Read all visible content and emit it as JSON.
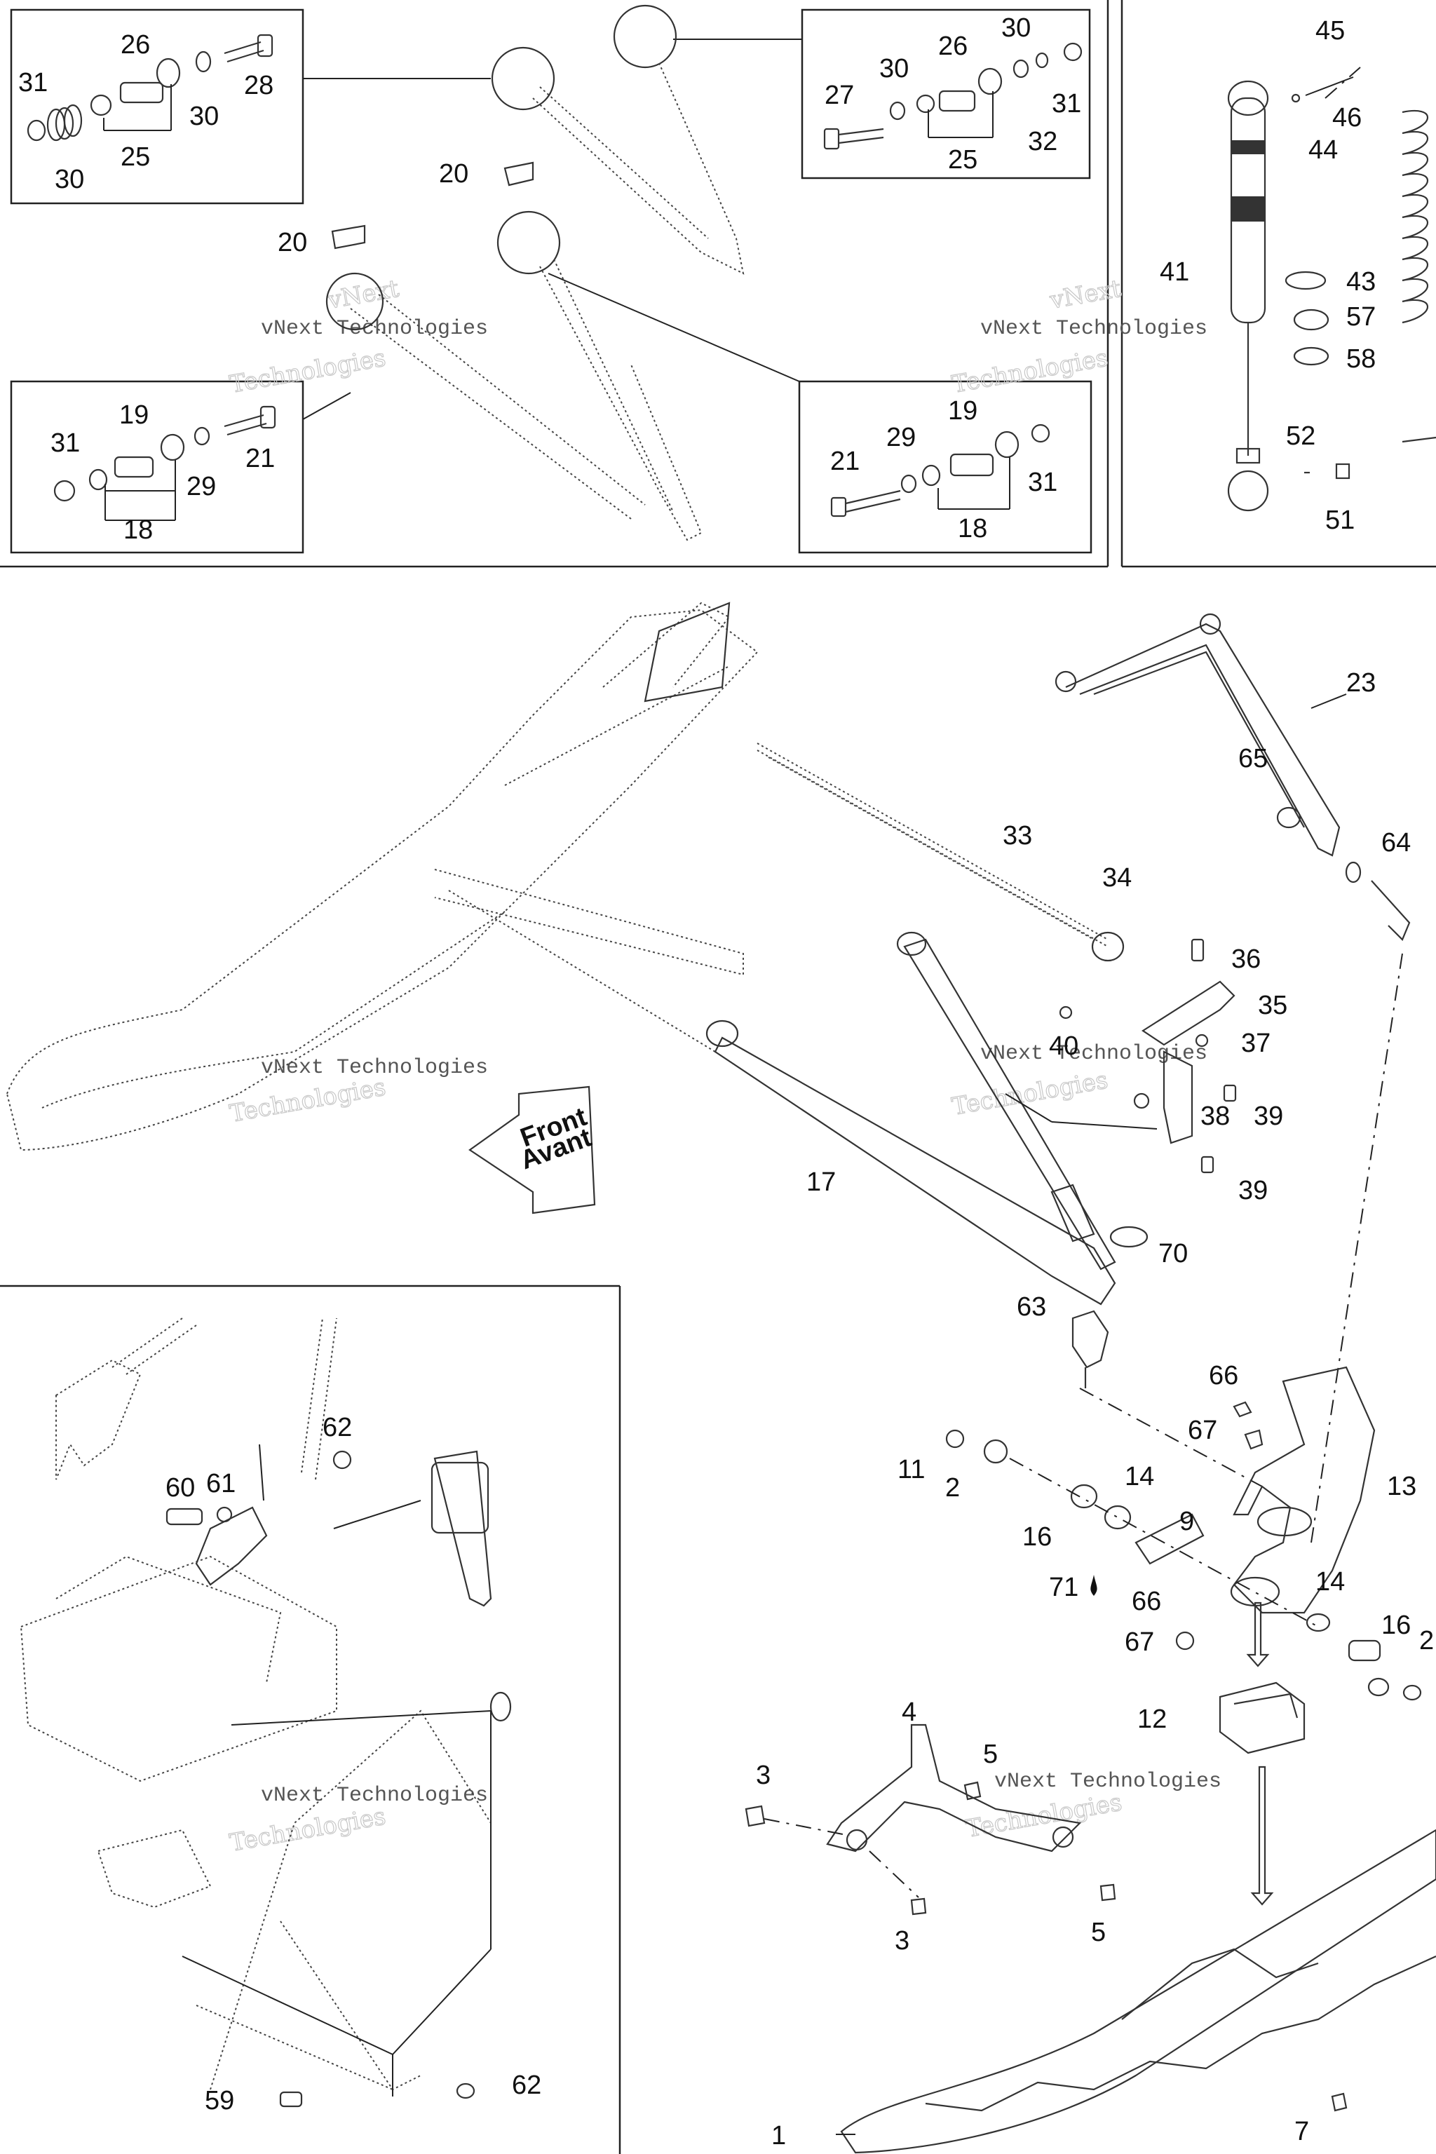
{
  "watermark": {
    "line1": "vNext Technologies",
    "line2": "Technologies",
    "line3": "vNext"
  },
  "arrow_label": {
    "line1": "Front",
    "line2": "Avant"
  },
  "callouts": [
    {
      "id": "c26a",
      "text": "26"
    },
    {
      "id": "c31a",
      "text": "31"
    },
    {
      "id": "c28",
      "text": "28"
    },
    {
      "id": "c30a",
      "text": "30"
    },
    {
      "id": "c30b",
      "text": "30"
    },
    {
      "id": "c25a",
      "text": "25"
    },
    {
      "id": "c30c",
      "text": "30"
    },
    {
      "id": "c26b",
      "text": "26"
    },
    {
      "id": "c30d",
      "text": "30"
    },
    {
      "id": "c27",
      "text": "27"
    },
    {
      "id": "c31b",
      "text": "31"
    },
    {
      "id": "c32",
      "text": "32"
    },
    {
      "id": "c25b",
      "text": "25"
    },
    {
      "id": "c45",
      "text": "45"
    },
    {
      "id": "c46",
      "text": "46"
    },
    {
      "id": "c44",
      "text": "44"
    },
    {
      "id": "c41",
      "text": "41"
    },
    {
      "id": "c43",
      "text": "43"
    },
    {
      "id": "c57",
      "text": "57"
    },
    {
      "id": "c58",
      "text": "58"
    },
    {
      "id": "c52",
      "text": "52"
    },
    {
      "id": "c51",
      "text": "51"
    },
    {
      "id": "c20a",
      "text": "20"
    },
    {
      "id": "c20b",
      "text": "20"
    },
    {
      "id": "c19a",
      "text": "19"
    },
    {
      "id": "c31c",
      "text": "31"
    },
    {
      "id": "c21a",
      "text": "21"
    },
    {
      "id": "c29a",
      "text": "29"
    },
    {
      "id": "c18a",
      "text": "18"
    },
    {
      "id": "c19b",
      "text": "19"
    },
    {
      "id": "c21b",
      "text": "21"
    },
    {
      "id": "c29b",
      "text": "29"
    },
    {
      "id": "c31d",
      "text": "31"
    },
    {
      "id": "c18b",
      "text": "18"
    },
    {
      "id": "c23",
      "text": "23"
    },
    {
      "id": "c65",
      "text": "65"
    },
    {
      "id": "c64",
      "text": "64"
    },
    {
      "id": "c33",
      "text": "33"
    },
    {
      "id": "c34",
      "text": "34"
    },
    {
      "id": "c36",
      "text": "36"
    },
    {
      "id": "c35",
      "text": "35"
    },
    {
      "id": "c40",
      "text": "40"
    },
    {
      "id": "c37",
      "text": "37"
    },
    {
      "id": "c38",
      "text": "38"
    },
    {
      "id": "c39a",
      "text": "39"
    },
    {
      "id": "c39b",
      "text": "39"
    },
    {
      "id": "c17",
      "text": "17"
    },
    {
      "id": "c70",
      "text": "70"
    },
    {
      "id": "c63",
      "text": "63"
    },
    {
      "id": "c66a",
      "text": "66"
    },
    {
      "id": "c67a",
      "text": "67"
    },
    {
      "id": "c13",
      "text": "13"
    },
    {
      "id": "c11",
      "text": "11"
    },
    {
      "id": "c2a",
      "text": "2"
    },
    {
      "id": "c14a",
      "text": "14"
    },
    {
      "id": "c16a",
      "text": "16"
    },
    {
      "id": "c9",
      "text": "9"
    },
    {
      "id": "c71",
      "text": "71"
    },
    {
      "id": "c66b",
      "text": "66"
    },
    {
      "id": "c67b",
      "text": "67"
    },
    {
      "id": "c14b",
      "text": "14"
    },
    {
      "id": "c16b",
      "text": "16"
    },
    {
      "id": "c2b",
      "text": "2"
    },
    {
      "id": "c12",
      "text": "12"
    },
    {
      "id": "c4",
      "text": "4"
    },
    {
      "id": "c5a",
      "text": "5"
    },
    {
      "id": "c3a",
      "text": "3"
    },
    {
      "id": "c3b",
      "text": "3"
    },
    {
      "id": "c5b",
      "text": "5"
    },
    {
      "id": "c1",
      "text": "1"
    },
    {
      "id": "c7",
      "text": "7"
    },
    {
      "id": "c62a",
      "text": "62"
    },
    {
      "id": "c60",
      "text": "60"
    },
    {
      "id": "c61",
      "text": "61"
    },
    {
      "id": "c59",
      "text": "59"
    },
    {
      "id": "c62b",
      "text": "62"
    }
  ]
}
